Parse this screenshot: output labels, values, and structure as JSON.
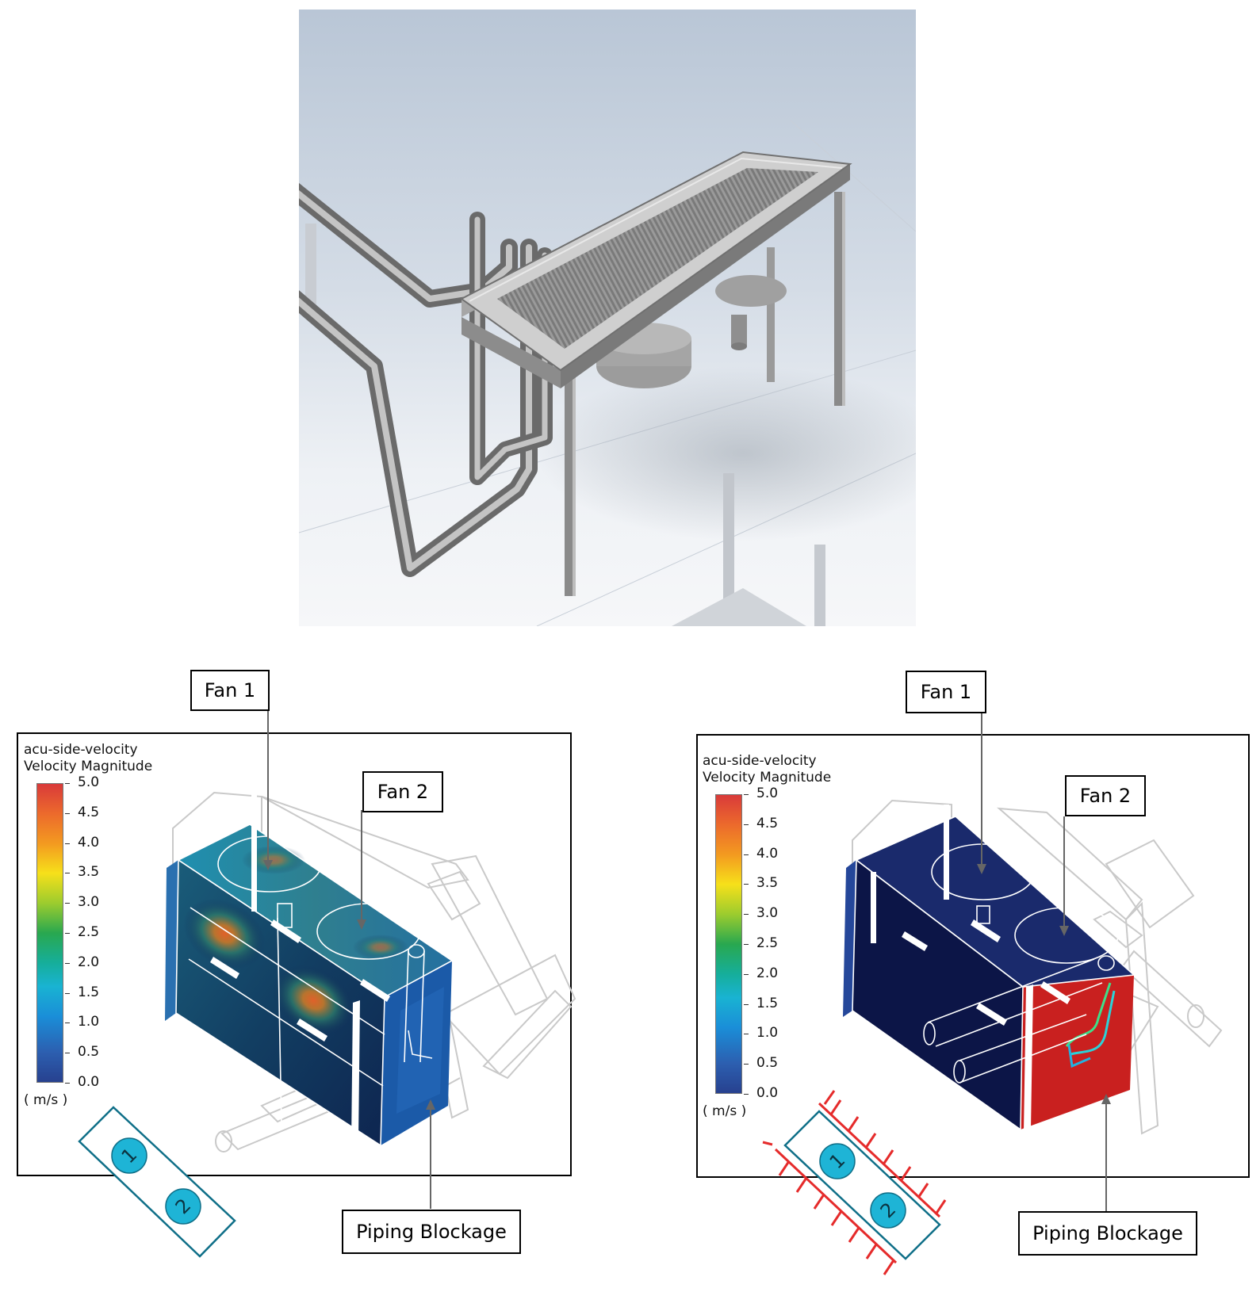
{
  "legend_left": {
    "title_line1": "acu-side-velocity",
    "title_line2": "Velocity Magnitude",
    "ticks": [
      "5.0",
      "4.5",
      "4.0",
      "3.5",
      "3.0",
      "2.5",
      "2.0",
      "1.5",
      "1.0",
      "0.5",
      "0.0"
    ],
    "unit": "( m/s )"
  },
  "legend_right": {
    "title_line1": "acu-side-velocity",
    "title_line2": "Velocity Magnitude",
    "ticks": [
      "5.0",
      "4.5",
      "4.0",
      "3.5",
      "3.0",
      "2.5",
      "2.0",
      "1.5",
      "1.0",
      "0.5",
      "0.0"
    ],
    "unit": "( m/s )"
  },
  "callouts": {
    "left_fan1": "Fan 1",
    "left_fan2": "Fan 2",
    "left_blockage": "Piping Blockage",
    "right_fan1": "Fan 1",
    "right_fan2": "Fan 2",
    "right_blockage": "Piping Blockage"
  },
  "fan_markers": {
    "left": [
      "1",
      "2"
    ],
    "right": [
      "1",
      "2"
    ]
  },
  "colors": {
    "colormap": [
      "#d93a3a",
      "#f07a2a",
      "#f5c21c",
      "#f4f21c",
      "#62c23a",
      "#1aa55a",
      "#16b0c8",
      "#1a8ed8",
      "#2c5fb0",
      "#27418f"
    ],
    "marker_fill": "#1eb4d6",
    "marker_outline": "#0f6f88",
    "blocked_hatch": "#e52b2b",
    "fluid_dark": "#0c1547",
    "blockage_red": "#c9201f"
  }
}
